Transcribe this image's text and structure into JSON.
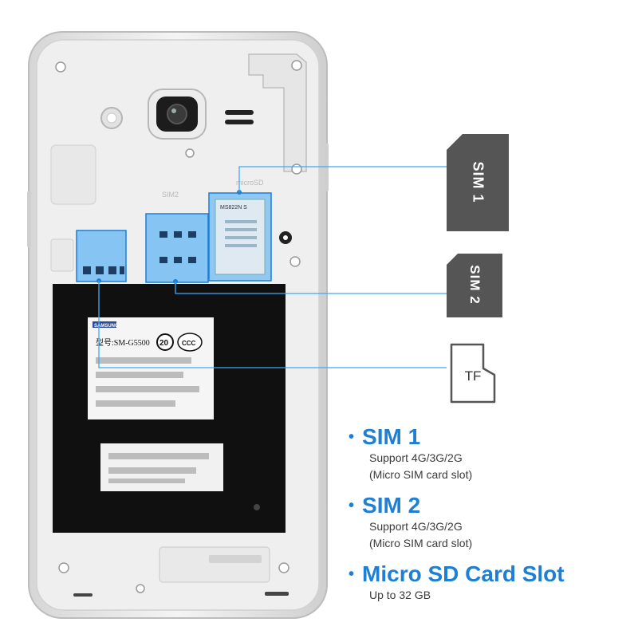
{
  "cards": {
    "sim1": "SIM 1",
    "sim2": "SIM 2",
    "tf": "TF"
  },
  "phone": {
    "slot_marking_microsd": "microSD",
    "slot_marking_sim2": "SIM2",
    "slot_code": "MS822N S",
    "brand_text": "SAMSUNG",
    "model_text": "型号:SM-G5500",
    "badge_20": "20",
    "ccc_mark": "CCC"
  },
  "features": [
    {
      "title": "SIM 1",
      "lines": [
        "Support 4G/3G/2G",
        "(Micro SIM card slot)"
      ]
    },
    {
      "title": "SIM 2",
      "lines": [
        "Support 4G/3G/2G",
        "(Micro SIM card slot)"
      ]
    },
    {
      "title": "Micro SD Card Slot",
      "lines": [
        "Up to 32 GB"
      ]
    }
  ],
  "colors": {
    "accent": "#1f7fd3",
    "highlight": "#3fa9f5",
    "card": "#555555",
    "battery": "#101010"
  }
}
